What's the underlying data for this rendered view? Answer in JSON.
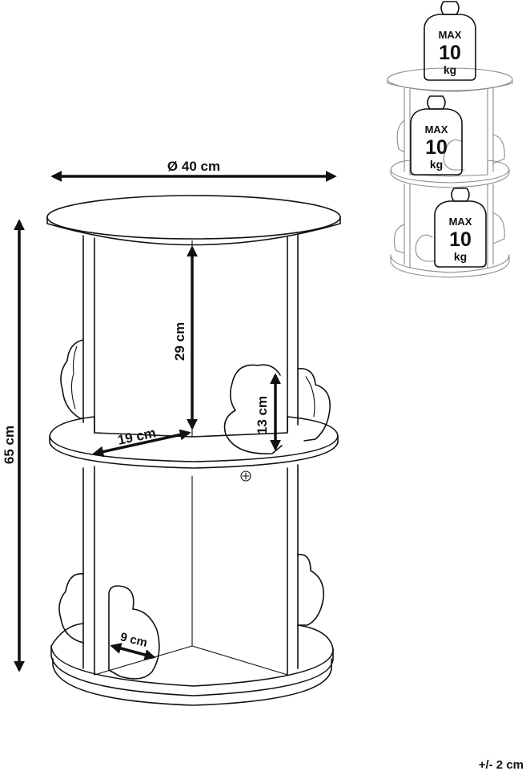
{
  "dimensions": {
    "diameter": "Ø 40 cm",
    "total_height": "65 cm",
    "shelf_height": "29 cm",
    "shelf_depth": "19 cm",
    "cloud_height": "13 cm",
    "cloud_width": "9 cm"
  },
  "load_badges": [
    {
      "line1": "MAX",
      "line2": "10",
      "line3": "kg"
    },
    {
      "line1": "MAX",
      "line2": "10",
      "line3": "kg"
    },
    {
      "line1": "MAX",
      "line2": "10",
      "line3": "kg"
    }
  ],
  "tolerance": "+/- 2 cm"
}
